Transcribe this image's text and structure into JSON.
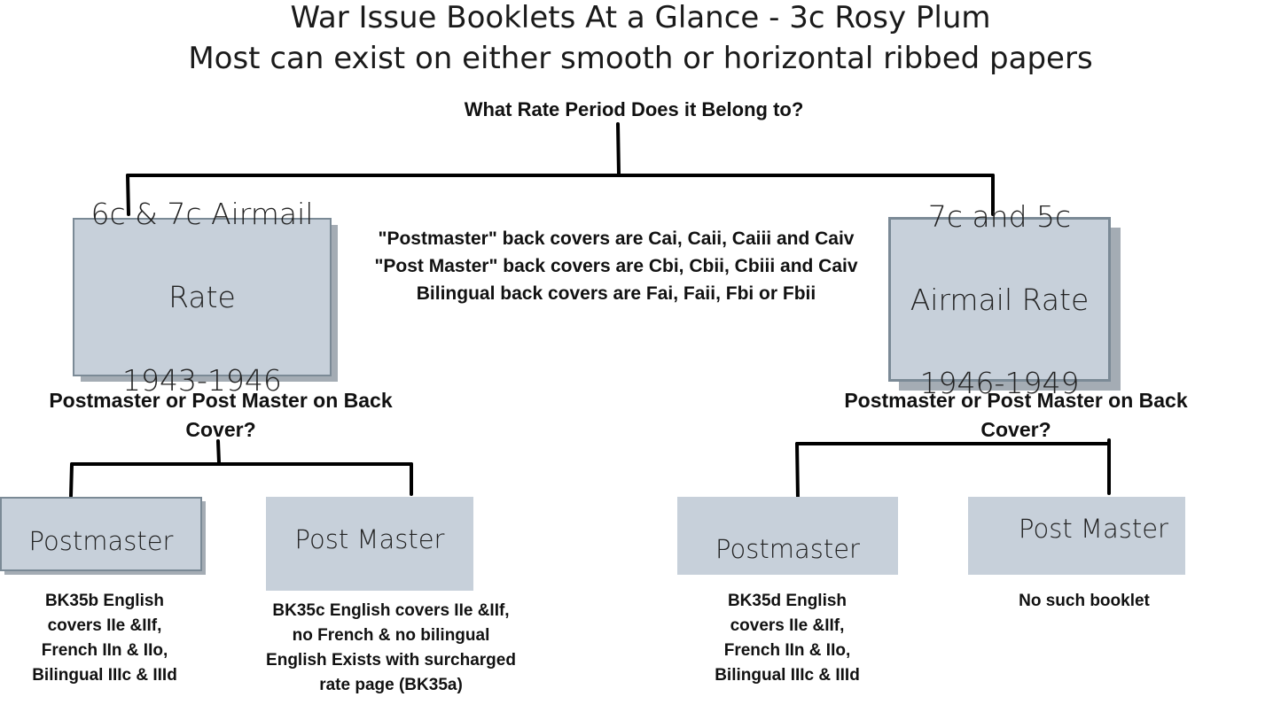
{
  "title": {
    "line1": "War Issue Booklets At a Glance - 3c Rosy Plum",
    "line2": "Most can exist on either smooth or horizontal ribbed papers"
  },
  "question": "What Rate Period Does it Belong to?",
  "left_rate": {
    "line1": "6c & 7c Airmail",
    "line2": "Rate",
    "line3": "1943-1946"
  },
  "right_rate": {
    "line1": "7c and 5c",
    "line2": "Airmail Rate",
    "line3": "1946-1949"
  },
  "info": {
    "line1": "\"Postmaster\" back covers are Cai, Caii, Caiii and Caiv",
    "line2": "\"Post Master\" back covers are Cbi, Cbii, Cbiii and Caiv",
    "line3": "Bilingual back covers are Fai, Faii, Fbi or Fbii"
  },
  "sub_question_left": "Postmaster or Post Master on Back Cover?",
  "sub_question_right": "Postmaster or Post Master on Back Cover?",
  "leaves": {
    "left_postmaster": "Postmaster",
    "left_post_master": "Post Master",
    "right_postmaster": "Postmaster",
    "right_post_master": "Post Master"
  },
  "results": {
    "bk35b": [
      "BK35b English",
      "covers IIe &IIf,",
      "French IIn & IIo,",
      "Bilingual IIIc & IIId"
    ],
    "bk35c": [
      "BK35c English covers IIe &IIf,",
      "no French & no bilingual",
      "English Exists with surcharged",
      "rate page (BK35a)"
    ],
    "bk35d": [
      "BK35d English",
      "covers IIe &IIf,",
      "French IIn & IIo,",
      "Bilingual IIIc & IIId"
    ],
    "none": "No such booklet"
  },
  "colors": {
    "box_fill": "#c7d0da",
    "box_border": "#7b8a96",
    "shadow": "#a4acb4",
    "line": "#000000"
  }
}
